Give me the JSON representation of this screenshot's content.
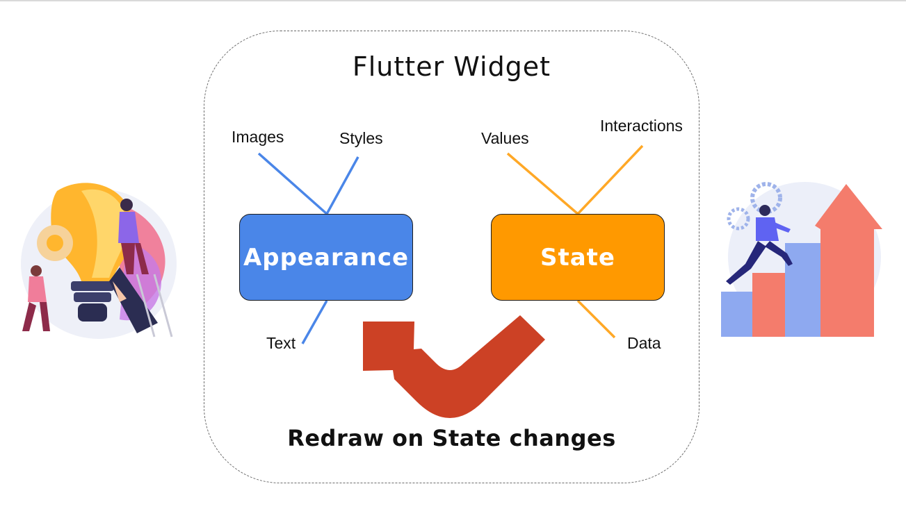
{
  "diagram": {
    "title": "Flutter Widget",
    "appearance": {
      "label": "Appearance",
      "color": "#4a86e8",
      "branches": [
        "Images",
        "Styles",
        "Text"
      ]
    },
    "state": {
      "label": "State",
      "color": "#ff9900",
      "branches": [
        "Values",
        "Interactions",
        "Data"
      ]
    },
    "arrow_color": "#cc4125",
    "caption": "Redraw on State changes"
  },
  "illustrations": {
    "left": "lightbulb-idea-icon",
    "right": "growth-stairs-icon"
  }
}
